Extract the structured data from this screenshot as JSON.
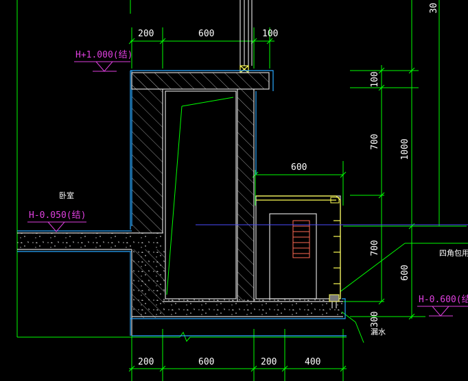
{
  "dims_top": [
    "200",
    "600",
    "100"
  ],
  "dims_bottom": [
    "200",
    "600",
    "200",
    "400"
  ],
  "dims_right": [
    "100",
    "700",
    "1000",
    "700",
    "600",
    "300"
  ],
  "dim_box": "600",
  "level_top": "H+1.000(结)",
  "level_mid": "H-0.050(结)",
  "level_right": "H-0.600(结",
  "room_label": "卧室",
  "note_right": "四角包用",
  "note_drain": "漏水",
  "dim_top_right_cut": "30",
  "colors": {
    "background": "#000000",
    "dimension": "#00ff00",
    "structure": "#2aa8ff",
    "level": "#e040e0",
    "unit": "#ffff55"
  }
}
